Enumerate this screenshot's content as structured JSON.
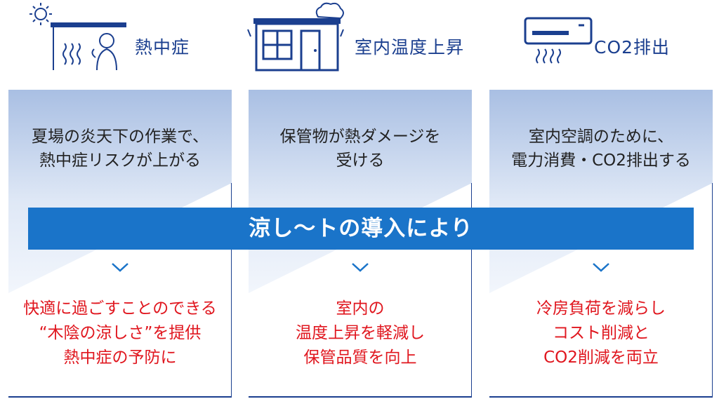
{
  "headers": [
    {
      "label": "熱中症",
      "icon": "heatstroke-person-icon"
    },
    {
      "label": "室内温度上昇",
      "icon": "hot-warehouse-icon"
    },
    {
      "label": "CO2排出",
      "icon": "air-conditioner-icon"
    }
  ],
  "columns": [
    {
      "problem": [
        "夏場の炎天下の作業で、",
        "熱中症リスクが上がる"
      ],
      "solution": [
        "快適に過ごすことのできる",
        "“木陰の涼しさ”を提供",
        "熱中症の予防に"
      ]
    },
    {
      "problem": [
        "保管物が熱ダメージを",
        "受ける"
      ],
      "solution": [
        "室内の",
        "温度上昇を軽減し",
        "保管品質を向上"
      ]
    },
    {
      "problem": [
        "室内空調のために、",
        "電力消費・CO2排出する"
      ],
      "solution": [
        "冷房負荷を減らし",
        "コスト削減と",
        "CO2削減を両立"
      ]
    }
  ],
  "banner": "涼し〜トの導入により",
  "colors": {
    "accent": "#1a74c9",
    "header_text": "#1b3f8f",
    "solution_text": "#e0161e",
    "frame": "#1b3f8f"
  }
}
